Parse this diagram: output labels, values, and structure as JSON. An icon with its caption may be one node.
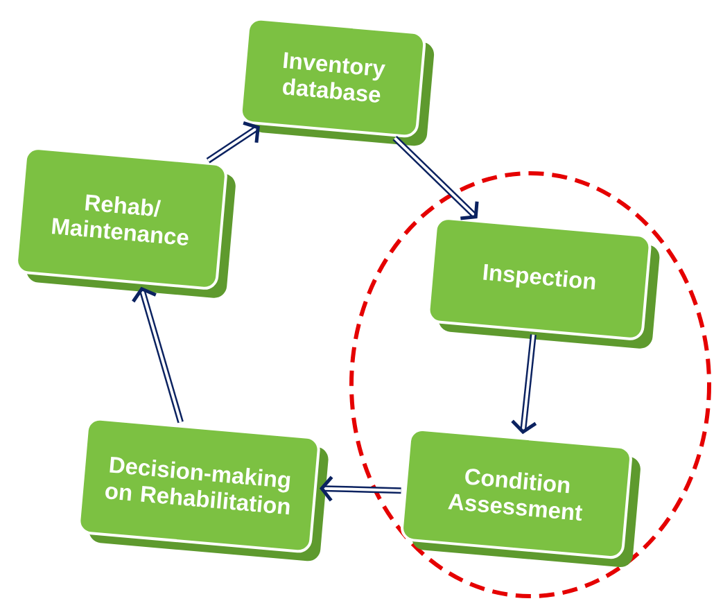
{
  "diagram": {
    "nodes": [
      {
        "text": [
          "Inventory database"
        ]
      },
      {
        "text": [
          "Inspection"
        ]
      },
      {
        "text": [
          "Condition Assessment"
        ]
      },
      {
        "text": [
          "Decision-making on Rehabilitation"
        ]
      },
      {
        "text": [
          "Rehab/ Maintenance"
        ]
      }
    ],
    "edges": [
      {
        "from": 4,
        "to": 0,
        "arrow": "to"
      },
      {
        "from": 0,
        "to": 1,
        "arrow": "to"
      },
      {
        "from": 1,
        "to": 2,
        "arrow": "to"
      },
      {
        "from": 2,
        "to": 3,
        "arrow": "to"
      },
      {
        "from": 3,
        "to": 4,
        "arrow": "to"
      }
    ]
  }
}
